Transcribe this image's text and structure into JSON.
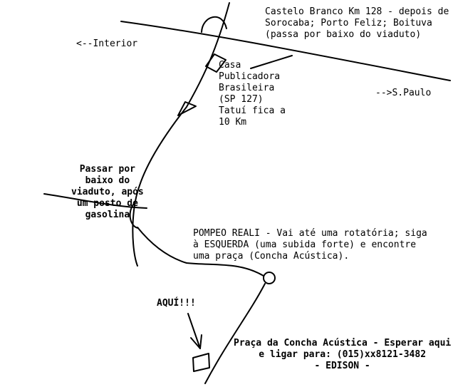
{
  "labels": {
    "highway": "Castelo Branco Km 128 - depois de\nSorocaba; Porto Feliz; Boituva\n(passa por baixo do viaduto)",
    "to_interior": "<--Interior",
    "to_sao_paulo": "-->S.Paulo",
    "publisher": "Casa\nPublicadora\nBrasileira\n(SP 127)\nTatuí fica a\n10 Km",
    "underpass": "Passar por\nbaixo do\nviaduto, após\num posto de\ngasolina",
    "pompeo": "POMPEO REALI - Vai até uma rotatória; siga\nà ESQUERDA (uma subida forte) e encontre\numa praça (Concha Acústica).",
    "here": "AQUÍ!!!",
    "square": "Praça da Concha Acústica - Esperar aqui\ne ligar para: (015)xx8121-3482\n- EDISON -"
  },
  "colors": {
    "ink": "#000000",
    "paper": "#ffffff"
  }
}
